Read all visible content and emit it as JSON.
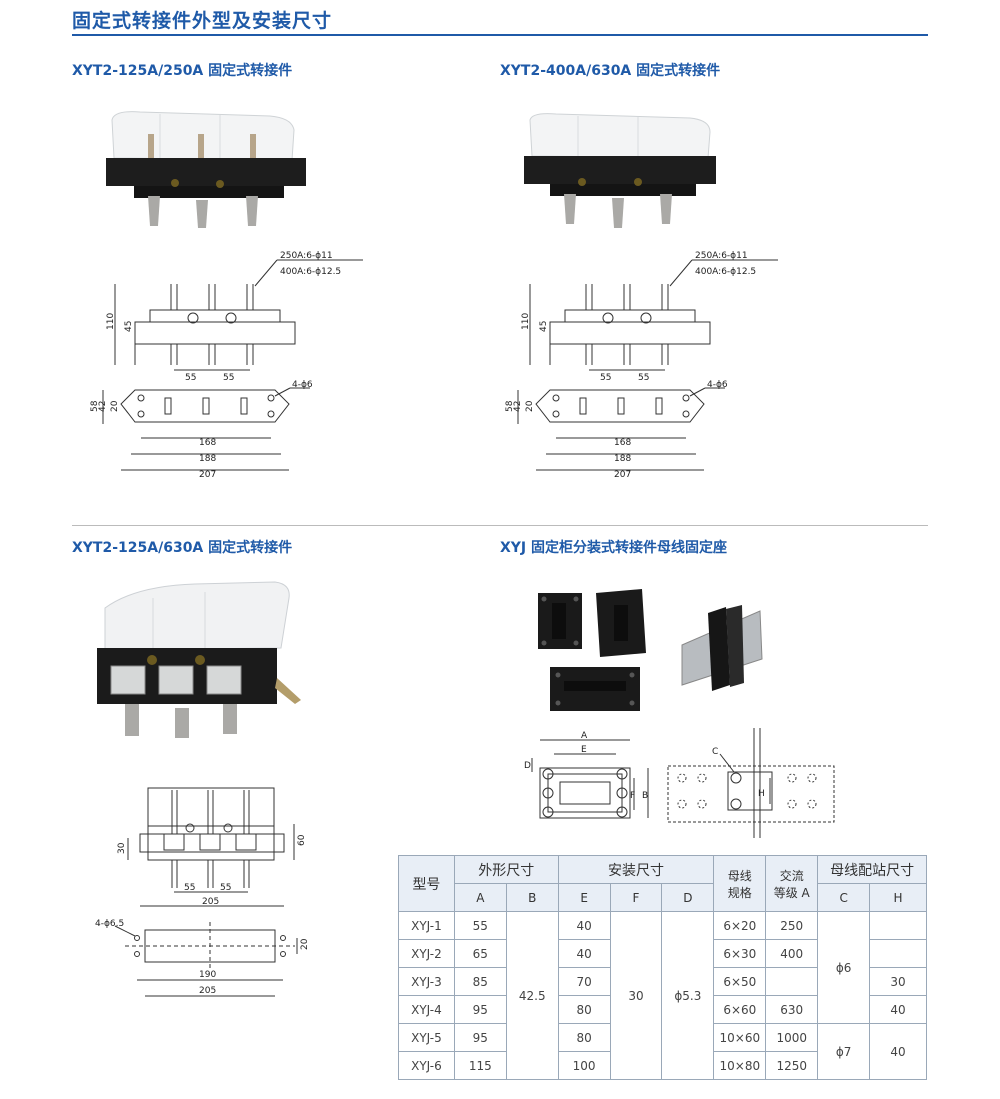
{
  "header": {
    "title": "固定式转接件外型及安装尺寸"
  },
  "sections": {
    "s1": {
      "title": "XYT2-125A/250A 固定式转接件",
      "callout1": "250A:6-ϕ11",
      "callout2": "400A:6-ϕ12.5",
      "dim_110": "110",
      "dim_45": "45",
      "dim_55a": "55",
      "dim_55b": "55",
      "holes": "4-ϕ6",
      "dim_58": "58",
      "dim_42": "42",
      "dim_20": "20",
      "dim_168": "168",
      "dim_188": "188",
      "dim_207": "207"
    },
    "s2": {
      "title": "XYT2-400A/630A 固定式转接件",
      "callout1": "250A:6-ϕ11",
      "callout2": "400A:6-ϕ12.5",
      "dim_110": "110",
      "dim_45": "45",
      "dim_55a": "55",
      "dim_55b": "55",
      "holes": "4-ϕ6",
      "dim_58": "58",
      "dim_42": "42",
      "dim_20": "20",
      "dim_168": "168",
      "dim_188": "188",
      "dim_207": "207"
    },
    "s3": {
      "title": "XYT2-125A/630A 固定式转接件",
      "dim_30": "30",
      "dim_60": "60",
      "dim_55a": "55",
      "dim_55b": "55",
      "dim_205a": "205",
      "holes": "4-ϕ6.5",
      "dim_20": "20",
      "dim_190": "190",
      "dim_205b": "205"
    },
    "s4": {
      "title": "XYJ 固定柜分装式转接件母线固定座",
      "label_A": "A",
      "label_E": "E",
      "label_D": "D",
      "label_F": "F",
      "label_B": "B",
      "label_C": "C",
      "label_H": "H"
    }
  },
  "table": {
    "h_model": "型号",
    "h_outer": "外形尺寸",
    "h_install": "安装尺寸",
    "h_bus": "母线规格",
    "h_bus1": "母线",
    "h_bus2": "规格",
    "h_ac1": "交流",
    "h_ac2": "等级 A",
    "h_match": "母线配站尺寸",
    "h_A": "A",
    "h_B": "B",
    "h_E": "E",
    "h_F": "F",
    "h_D": "D",
    "h_C": "C",
    "h_H": "H",
    "B_merged": "42.5",
    "F_merged": "30",
    "D_merged": "ϕ5.3",
    "C_merged_1": "ϕ6",
    "C_merged_2": "ϕ7",
    "H_merged_56": "40",
    "rows": [
      {
        "model": "XYJ-1",
        "A": "55",
        "E": "40",
        "spec": "6×20",
        "amp": "250",
        "H": ""
      },
      {
        "model": "XYJ-2",
        "A": "65",
        "E": "40",
        "spec": "6×30",
        "amp": "400",
        "H": ""
      },
      {
        "model": "XYJ-3",
        "A": "85",
        "E": "70",
        "spec": "6×50",
        "amp": "",
        "H": "30"
      },
      {
        "model": "XYJ-4",
        "A": "95",
        "E": "80",
        "spec": "6×60",
        "amp": "630",
        "H": "40"
      },
      {
        "model": "XYJ-5",
        "A": "95",
        "E": "80",
        "spec": "10×60",
        "amp": "1000"
      },
      {
        "model": "XYJ-6",
        "A": "115",
        "E": "100",
        "spec": "10×80",
        "amp": "1250"
      }
    ]
  }
}
